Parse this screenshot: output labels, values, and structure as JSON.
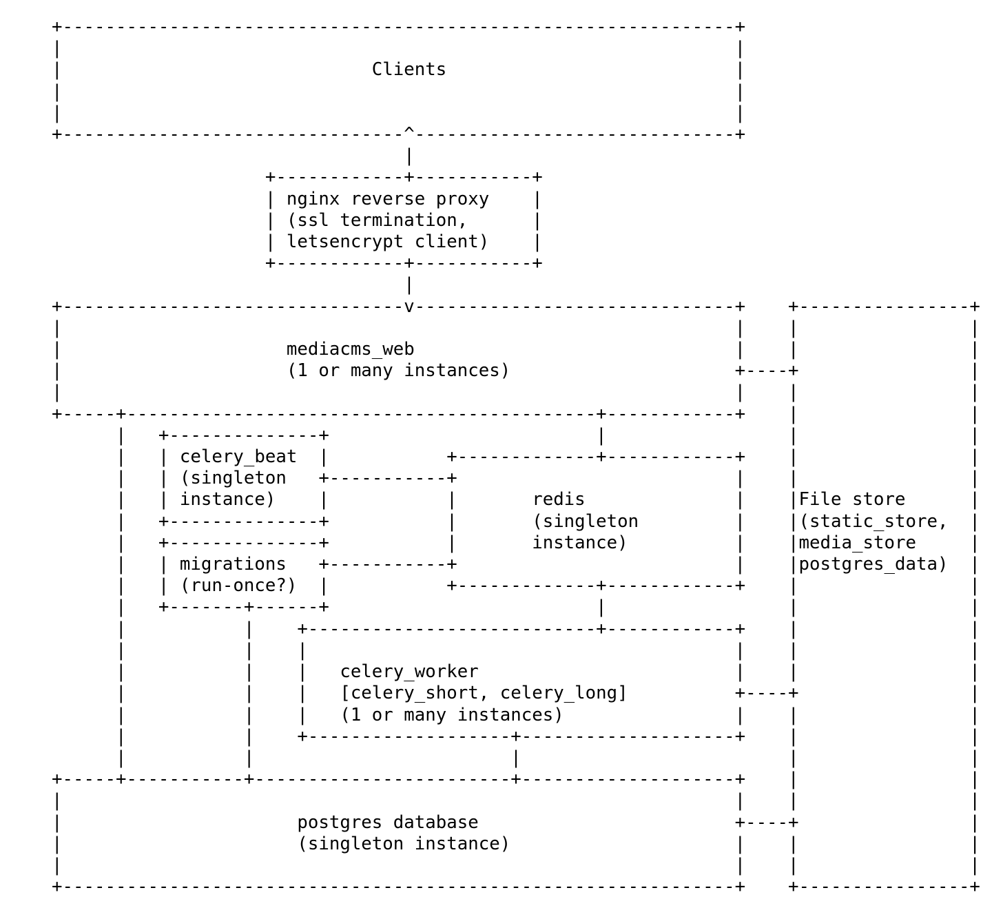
{
  "page": {
    "background": "#ffffff",
    "text_color": "#000000"
  },
  "diagram": {
    "type": "ascii-architecture-diagram",
    "nodes": [
      {
        "id": "clients",
        "label_lines": [
          "Clients"
        ]
      },
      {
        "id": "nginx-reverse-proxy",
        "label_lines": [
          "nginx reverse proxy",
          "(ssl termination,",
          "letsencrypt client)"
        ]
      },
      {
        "id": "mediacms-web",
        "label_lines": [
          "mediacms_web",
          "(1 or many instances)"
        ]
      },
      {
        "id": "celery-beat",
        "label_lines": [
          "celery_beat",
          "(singleton",
          "instance)"
        ]
      },
      {
        "id": "migrations",
        "label_lines": [
          "migrations",
          "(run-once?)"
        ]
      },
      {
        "id": "redis",
        "label_lines": [
          "redis",
          "(singleton",
          "instance)"
        ]
      },
      {
        "id": "celery-worker",
        "label_lines": [
          "celery_worker",
          "[celery_short, celery_long]",
          "(1 or many instances)"
        ]
      },
      {
        "id": "postgres",
        "label_lines": [
          "postgres database",
          "(singleton instance)"
        ]
      },
      {
        "id": "file-store",
        "label_lines": [
          "File store",
          "(static_store,",
          "media_store",
          "postgres_data)"
        ]
      }
    ],
    "edges": [
      {
        "from": "nginx-reverse-proxy",
        "to": "clients",
        "arrow": "^"
      },
      {
        "from": "nginx-reverse-proxy",
        "to": "mediacms-web",
        "arrow": "v"
      },
      {
        "from": "celery-beat",
        "to": "redis",
        "arrow": ""
      },
      {
        "from": "migrations",
        "to": "redis",
        "arrow": ""
      },
      {
        "from": "mediacms-web",
        "to": "redis",
        "arrow": ""
      },
      {
        "from": "redis",
        "to": "celery-worker",
        "arrow": ""
      },
      {
        "from": "mediacms-web",
        "to": "postgres",
        "arrow": ""
      },
      {
        "from": "migrations",
        "to": "postgres",
        "arrow": ""
      },
      {
        "from": "celery-worker",
        "to": "postgres",
        "arrow": ""
      },
      {
        "from": "mediacms-web",
        "to": "file-store",
        "arrow": ""
      },
      {
        "from": "celery-worker",
        "to": "file-store",
        "arrow": ""
      },
      {
        "from": "postgres",
        "to": "file-store",
        "arrow": ""
      }
    ],
    "lines": [
      [
        [
          0,
          "+"
        ],
        [
          1,
          63
        ],
        [
          64,
          "+"
        ]
      ],
      [
        [
          0,
          "|"
        ],
        [
          64,
          "|"
        ]
      ],
      [
        [
          0,
          "|"
        ],
        [
          30,
          "Clients"
        ],
        [
          64,
          "|"
        ]
      ],
      [
        [
          0,
          "|"
        ],
        [
          64,
          "|"
        ]
      ],
      [
        [
          0,
          "|"
        ],
        [
          64,
          "|"
        ]
      ],
      [
        [
          0,
          "+"
        ],
        [
          1,
          32
        ],
        [
          33,
          "^"
        ],
        [
          34,
          30
        ],
        [
          64,
          "+"
        ]
      ],
      [
        [
          33,
          "|"
        ]
      ],
      [
        [
          20,
          "+"
        ],
        [
          21,
          12
        ],
        [
          33,
          "+"
        ],
        [
          34,
          11
        ],
        [
          45,
          "+"
        ]
      ],
      [
        [
          20,
          "|"
        ],
        [
          22,
          "nginx reverse proxy"
        ],
        [
          45,
          "|"
        ]
      ],
      [
        [
          20,
          "|"
        ],
        [
          22,
          "(ssl termination,"
        ],
        [
          45,
          "|"
        ]
      ],
      [
        [
          20,
          "|"
        ],
        [
          22,
          "letsencrypt client)"
        ],
        [
          45,
          "|"
        ]
      ],
      [
        [
          20,
          "+"
        ],
        [
          21,
          12
        ],
        [
          33,
          "+"
        ],
        [
          34,
          11
        ],
        [
          45,
          "+"
        ]
      ],
      [
        [
          33,
          "|"
        ]
      ],
      [
        [
          0,
          "+"
        ],
        [
          1,
          32
        ],
        [
          33,
          "v"
        ],
        [
          34,
          30
        ],
        [
          64,
          "+"
        ],
        [
          69,
          "+"
        ],
        [
          70,
          16
        ],
        [
          86,
          "+"
        ]
      ],
      [
        [
          0,
          "|"
        ],
        [
          64,
          "|"
        ],
        [
          69,
          "|"
        ],
        [
          86,
          "|"
        ]
      ],
      [
        [
          0,
          "|"
        ],
        [
          22,
          "mediacms_web"
        ],
        [
          64,
          "|"
        ],
        [
          69,
          "|"
        ],
        [
          86,
          "|"
        ]
      ],
      [
        [
          0,
          "|"
        ],
        [
          22,
          "(1 or many instances)"
        ],
        [
          64,
          "+"
        ],
        [
          65,
          4
        ],
        [
          69,
          "+"
        ],
        [
          86,
          "|"
        ]
      ],
      [
        [
          0,
          "|"
        ],
        [
          64,
          "|"
        ],
        [
          69,
          "|"
        ],
        [
          86,
          "|"
        ]
      ],
      [
        [
          0,
          "+"
        ],
        [
          1,
          5
        ],
        [
          6,
          "+"
        ],
        [
          7,
          44
        ],
        [
          51,
          "+"
        ],
        [
          52,
          12
        ],
        [
          64,
          "+"
        ],
        [
          69,
          "|"
        ],
        [
          86,
          "|"
        ]
      ],
      [
        [
          6,
          "|"
        ],
        [
          10,
          "+"
        ],
        [
          11,
          14
        ],
        [
          25,
          "+"
        ],
        [
          51,
          "|"
        ],
        [
          69,
          "|"
        ],
        [
          86,
          "|"
        ]
      ],
      [
        [
          6,
          "|"
        ],
        [
          10,
          "| celery_beat  |"
        ],
        [
          37,
          "+"
        ],
        [
          38,
          13
        ],
        [
          51,
          "+"
        ],
        [
          52,
          12
        ],
        [
          64,
          "+"
        ],
        [
          69,
          "|"
        ],
        [
          86,
          "|"
        ]
      ],
      [
        [
          6,
          "|"
        ],
        [
          10,
          "| (singleton   +"
        ],
        [
          26,
          11
        ],
        [
          37,
          "+"
        ],
        [
          64,
          "|"
        ],
        [
          69,
          "|"
        ],
        [
          86,
          "|"
        ]
      ],
      [
        [
          6,
          "|"
        ],
        [
          10,
          "| instance)    |"
        ],
        [
          37,
          "|"
        ],
        [
          45,
          "redis"
        ],
        [
          64,
          "|"
        ],
        [
          69,
          "|"
        ],
        [
          70,
          "File store"
        ],
        [
          86,
          "|"
        ]
      ],
      [
        [
          6,
          "|"
        ],
        [
          10,
          "+"
        ],
        [
          11,
          14
        ],
        [
          25,
          "+"
        ],
        [
          37,
          "|"
        ],
        [
          45,
          "(singleton"
        ],
        [
          64,
          "|"
        ],
        [
          69,
          "|"
        ],
        [
          70,
          "(static_store,"
        ],
        [
          86,
          "|"
        ]
      ],
      [
        [
          6,
          "|"
        ],
        [
          10,
          "+"
        ],
        [
          11,
          14
        ],
        [
          25,
          "+"
        ],
        [
          37,
          "|"
        ],
        [
          45,
          "instance)"
        ],
        [
          64,
          "|"
        ],
        [
          69,
          "|"
        ],
        [
          70,
          "media_store"
        ],
        [
          86,
          "|"
        ]
      ],
      [
        [
          6,
          "|"
        ],
        [
          10,
          "| migrations   +"
        ],
        [
          26,
          11
        ],
        [
          37,
          "+"
        ],
        [
          64,
          "|"
        ],
        [
          69,
          "|"
        ],
        [
          70,
          "postgres_data)"
        ],
        [
          86,
          "|"
        ]
      ],
      [
        [
          6,
          "|"
        ],
        [
          10,
          "| (run-once?)  |"
        ],
        [
          37,
          "+"
        ],
        [
          38,
          13
        ],
        [
          51,
          "+"
        ],
        [
          52,
          12
        ],
        [
          64,
          "+"
        ],
        [
          69,
          "|"
        ],
        [
          86,
          "|"
        ]
      ],
      [
        [
          6,
          "|"
        ],
        [
          10,
          "+"
        ],
        [
          11,
          7
        ],
        [
          18,
          "+"
        ],
        [
          19,
          6
        ],
        [
          25,
          "+"
        ],
        [
          51,
          "|"
        ],
        [
          69,
          "|"
        ],
        [
          86,
          "|"
        ]
      ],
      [
        [
          6,
          "|"
        ],
        [
          18,
          "|"
        ],
        [
          23,
          "+"
        ],
        [
          24,
          27
        ],
        [
          51,
          "+"
        ],
        [
          52,
          12
        ],
        [
          64,
          "+"
        ],
        [
          69,
          "|"
        ],
        [
          86,
          "|"
        ]
      ],
      [
        [
          6,
          "|"
        ],
        [
          18,
          "|"
        ],
        [
          23,
          "|"
        ],
        [
          64,
          "|"
        ],
        [
          69,
          "|"
        ],
        [
          86,
          "|"
        ]
      ],
      [
        [
          6,
          "|"
        ],
        [
          18,
          "|"
        ],
        [
          23,
          "|"
        ],
        [
          27,
          "celery_worker"
        ],
        [
          64,
          "|"
        ],
        [
          69,
          "|"
        ],
        [
          86,
          "|"
        ]
      ],
      [
        [
          6,
          "|"
        ],
        [
          18,
          "|"
        ],
        [
          23,
          "|"
        ],
        [
          27,
          "[celery_short, celery_long]"
        ],
        [
          64,
          "+"
        ],
        [
          65,
          4
        ],
        [
          69,
          "+"
        ],
        [
          86,
          "|"
        ]
      ],
      [
        [
          6,
          "|"
        ],
        [
          18,
          "|"
        ],
        [
          23,
          "|"
        ],
        [
          27,
          "(1 or many instances)"
        ],
        [
          64,
          "|"
        ],
        [
          69,
          "|"
        ],
        [
          86,
          "|"
        ]
      ],
      [
        [
          6,
          "|"
        ],
        [
          18,
          "|"
        ],
        [
          23,
          "+"
        ],
        [
          24,
          19
        ],
        [
          43,
          "+"
        ],
        [
          44,
          20
        ],
        [
          64,
          "+"
        ],
        [
          69,
          "|"
        ],
        [
          86,
          "|"
        ]
      ],
      [
        [
          6,
          "|"
        ],
        [
          18,
          "|"
        ],
        [
          43,
          "|"
        ],
        [
          69,
          "|"
        ],
        [
          86,
          "|"
        ]
      ],
      [
        [
          0,
          "+"
        ],
        [
          1,
          5
        ],
        [
          6,
          "+"
        ],
        [
          7,
          11
        ],
        [
          18,
          "+"
        ],
        [
          19,
          24
        ],
        [
          43,
          "+"
        ],
        [
          44,
          20
        ],
        [
          64,
          "+"
        ],
        [
          69,
          "|"
        ],
        [
          86,
          "|"
        ]
      ],
      [
        [
          0,
          "|"
        ],
        [
          64,
          "|"
        ],
        [
          69,
          "|"
        ],
        [
          86,
          "|"
        ]
      ],
      [
        [
          0,
          "|"
        ],
        [
          23,
          "postgres database"
        ],
        [
          64,
          "+"
        ],
        [
          65,
          4
        ],
        [
          69,
          "+"
        ],
        [
          86,
          "|"
        ]
      ],
      [
        [
          0,
          "|"
        ],
        [
          23,
          "(singleton instance)"
        ],
        [
          64,
          "|"
        ],
        [
          69,
          "|"
        ],
        [
          86,
          "|"
        ]
      ],
      [
        [
          0,
          "|"
        ],
        [
          64,
          "|"
        ],
        [
          69,
          "|"
        ],
        [
          86,
          "|"
        ]
      ],
      [
        [
          0,
          "+"
        ],
        [
          1,
          63
        ],
        [
          64,
          "+"
        ],
        [
          69,
          "+"
        ],
        [
          70,
          16
        ],
        [
          86,
          "+"
        ]
      ]
    ]
  }
}
